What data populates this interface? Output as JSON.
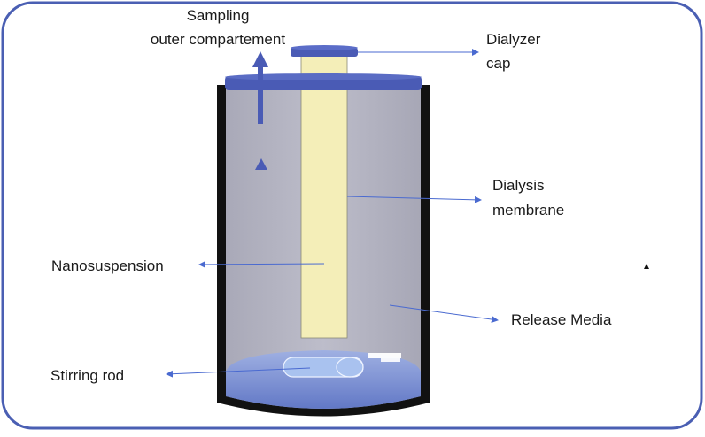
{
  "diagram": {
    "labels": {
      "sampling_line1": "Sampling",
      "sampling_line2": "outer compartement",
      "dialyzer_line1": "Dialyzer",
      "dialyzer_line2": "cap",
      "dialysis_line1": "Dialysis",
      "dialysis_line2": "membrane",
      "nanosuspension": "Nanosuspension",
      "release_media": "Release Media",
      "stirring_rod": "Stirring rod"
    },
    "colors": {
      "frame_border": "#4a5fb3",
      "cap_blue": "#4a5bb5",
      "vessel_fill": "#b8b8c6",
      "vessel_wall": "#111111",
      "membrane_fill": "#f4eeb8",
      "liquid_blue": "#7b8ed0",
      "stir_bar": "#a9c2ef",
      "arrow_line": "#4a6ad0"
    }
  }
}
